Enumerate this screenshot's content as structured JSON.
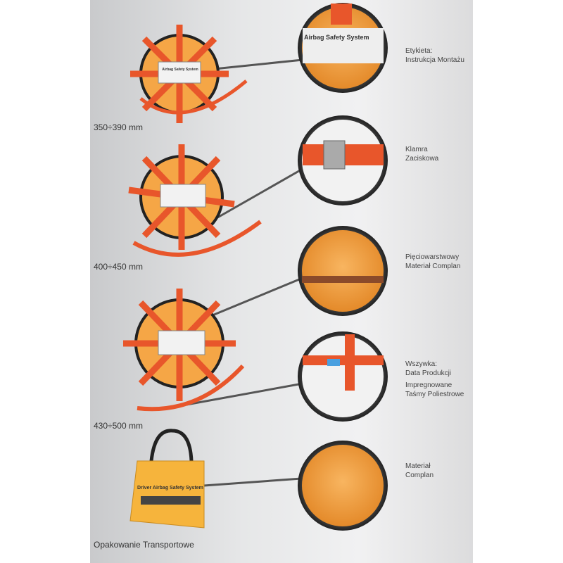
{
  "products": [
    {
      "size": "350÷390 mm"
    },
    {
      "size": "400÷450 mm"
    },
    {
      "size": "430÷500 mm"
    },
    {
      "size": "Opakowanie Transportowe"
    }
  ],
  "callouts": [
    {
      "line1": "Etykieta:",
      "line2": "Instrukcja Montażu"
    },
    {
      "line1": "Klamra",
      "line2": "Zaciskowa"
    },
    {
      "line1": "Pięciowarstwowy",
      "line2": "Materiał Complan"
    },
    {
      "line1": "Wszywka:",
      "line2": "Data Produkcji"
    },
    {
      "line1": "Impregnowane",
      "line2": "Taśmy Poliestrowe"
    },
    {
      "line1": "Materiał",
      "line2": "Complan"
    }
  ],
  "label_text": "Airbag Safety System",
  "bag_text": "Driver Airbag Safety System",
  "colors": {
    "strap": "#e8562b",
    "disc": "#f5a646",
    "bag": "#f6b43c"
  }
}
